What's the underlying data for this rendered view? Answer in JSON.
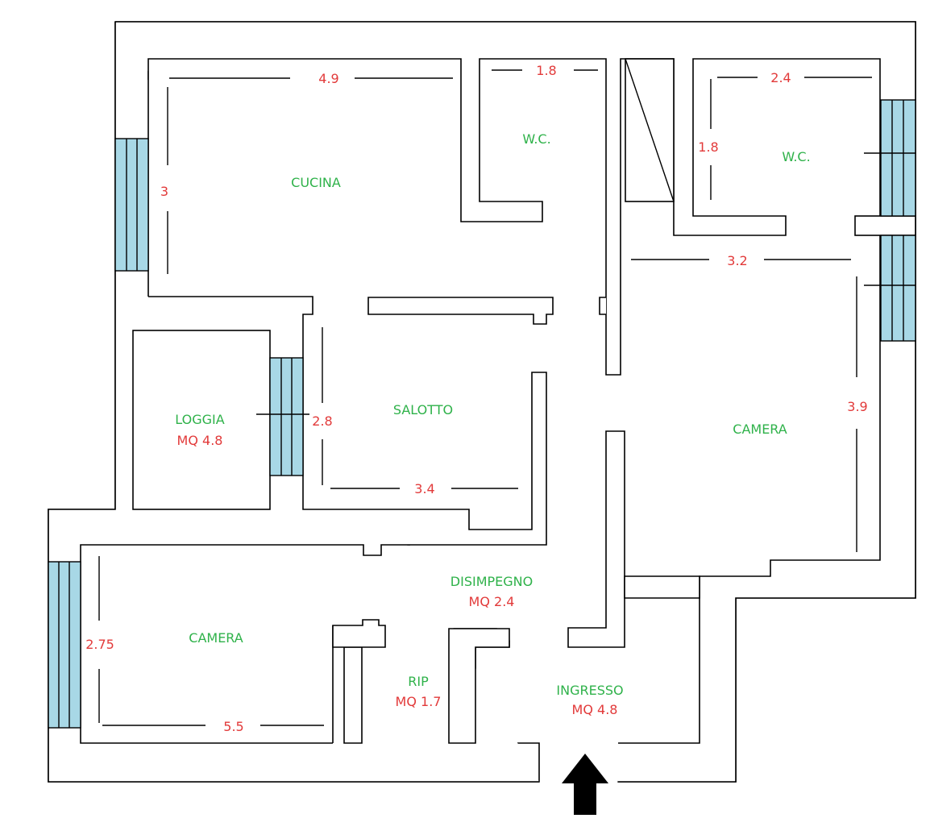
{
  "colors": {
    "wall_stroke": "#000000",
    "wall_fill": "#ffffff",
    "window_fill": "#a8d8e6",
    "room_label": "#2fb24a",
    "measure_label": "#e23a3a",
    "entrance_arrow": "#000000"
  },
  "icons": {
    "entrance": "arrow-up-icon"
  },
  "rooms": {
    "cucina": {
      "name": "CUCINA"
    },
    "wc_left": {
      "name": "W.C."
    },
    "wc_right": {
      "name": "W.C."
    },
    "loggia": {
      "name": "LOGGIA",
      "area": "MQ 4.8"
    },
    "salotto": {
      "name": "SALOTTO"
    },
    "camera_right": {
      "name": "CAMERA"
    },
    "disimpegno": {
      "name": "DISIMPEGNO",
      "area": "MQ 2.4"
    },
    "camera_left": {
      "name": "CAMERA"
    },
    "rip": {
      "name": "RIP",
      "area": "MQ 1.7"
    },
    "ingresso": {
      "name": "INGRESSO",
      "area": "MQ 4.8"
    }
  },
  "dimensions": {
    "cucina_w": "4.9",
    "cucina_h": "3",
    "wc_left_w": "1.8",
    "wc_right_w": "2.4",
    "wc_right_h": "1.8",
    "camera_right_w": "3.2",
    "camera_right_h": "3.9",
    "salotto_h": "2.8",
    "salotto_w": "3.4",
    "camera_left_h": "2.75",
    "camera_left_w": "5.5"
  }
}
